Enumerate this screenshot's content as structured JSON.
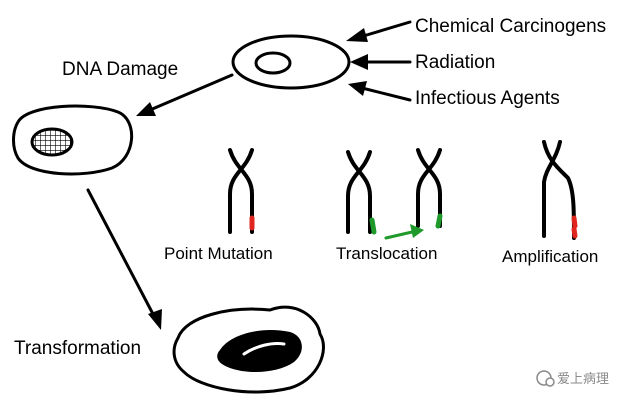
{
  "causes": {
    "chemical": "Chemical Carcinogens",
    "radiation": "Radiation",
    "infectious": "Infectious Agents"
  },
  "steps": {
    "dna_damage": "DNA Damage",
    "transformation": "Transformation"
  },
  "mechanisms": {
    "point_mutation": "Point Mutation",
    "translocation": "Translocation",
    "amplification": "Amplification"
  },
  "watermark": "爱上病理",
  "colors": {
    "mutation_mark": "#e0261f",
    "translocation_mark": "#1f9a2a"
  }
}
